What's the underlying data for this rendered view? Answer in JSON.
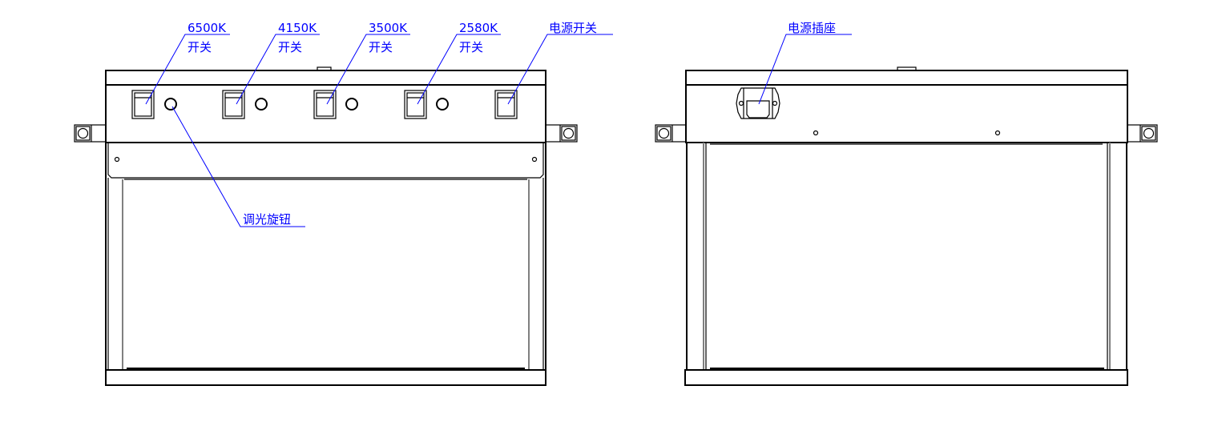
{
  "colors": {
    "annotation": "#0000ff",
    "outline": "#000000"
  },
  "front_view": {
    "switch_labels": [
      {
        "temp": "6500K",
        "name": "开关"
      },
      {
        "temp": "4150K",
        "name": "开关"
      },
      {
        "temp": "3500K",
        "name": "开关"
      },
      {
        "temp": "2580K",
        "name": "开关"
      }
    ],
    "power_switch_label": "电源开关",
    "dimmer_knob_label": "调光旋钮"
  },
  "back_view": {
    "power_socket_label": "电源插座"
  }
}
